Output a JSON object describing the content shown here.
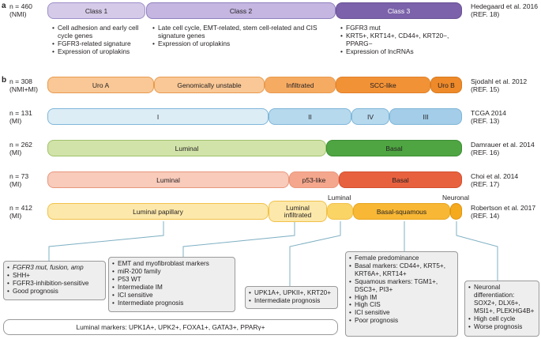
{
  "panel_a": {
    "label": "a",
    "n_line1": "n = 460",
    "n_line2": "(NMI)",
    "classes": [
      "Class 1",
      "Class 2",
      "Class 3"
    ],
    "ref_line1": "Hedegaard et al. 2016",
    "ref_line2": "(REF. 18)",
    "class1_bullets": [
      "Cell adhesion and early cell cycle genes",
      "FGFR3-related signature",
      "Expression of uroplakins"
    ],
    "class2_bullets": [
      "Late cell cycle, EMT-related, stem cell-related and CIS signature genes",
      "Expression of uroplakins"
    ],
    "class3_bullets": [
      "FGFR3 mut",
      "KRT5+, KRT14+, CD44+, KRT20−, PPARG−",
      "Expression of lncRNAs"
    ]
  },
  "panel_b": {
    "label": "b",
    "rows": [
      {
        "n1": "n = 308",
        "n2": "(NMI+MI)",
        "ref1": "Sjodahl et al. 2012",
        "ref2": "(REF. 15)",
        "segments": [
          "Uro A",
          "Genomically unstable",
          "Infiltrated",
          "SCC-like",
          "Uro B"
        ]
      },
      {
        "n1": "n = 131",
        "n2": "(MI)",
        "ref1": "TCGA 2014",
        "ref2": "(REF. 13)",
        "segments": [
          "I",
          "II",
          "IV",
          "III"
        ]
      },
      {
        "n1": "n = 262",
        "n2": "(MI)",
        "ref1": "Damrauer et al. 2014",
        "ref2": "(REF. 16)",
        "segments": [
          "Luminal",
          "Basal"
        ]
      },
      {
        "n1": "n = 73",
        "n2": "(MI)",
        "ref1": "Choi et al. 2014",
        "ref2": "(REF. 17)",
        "segments": [
          "Luminal",
          "p53-like",
          "Basal"
        ]
      },
      {
        "n1": "n = 412",
        "n2": "(MI)",
        "ref1": "Robertson et al. 2017",
        "ref2": "(REF. 14)",
        "segments": [
          "Luminal papillary",
          "Luminal infiltrated",
          "",
          "Basal-squamous",
          ""
        ],
        "top_labels": [
          "Luminal",
          "Neuronal"
        ]
      }
    ],
    "boxes": {
      "luminal_papillary": [
        "FGFR3 mut, fusion, amp",
        "SHH+",
        "FGFR3-inhibition-sensitive",
        "Good prognosis"
      ],
      "luminal_infiltrated": [
        "EMT and myofibroblast markers",
        "miR-200 family",
        "P53 WT",
        "Intermediate IM",
        "ICI sensitive",
        "Intermediate prognosis"
      ],
      "luminal": [
        "UPK1A+, UPKII+, KRT20+",
        "Intermediate prognosis"
      ],
      "basal_squamous": [
        "Female predominance",
        "Basal markers: CD44+, KRT5+, KRT6A+, KRT14+",
        "Squamous markers: TGM1+, DSC3+, PI3+",
        "High IM",
        "High CIS",
        "ICI sensitive",
        "Poor prognosis"
      ],
      "neuronal": [
        "Neuronal differentiation: SOX2+, DLX6+, MSI1+, PLEKHG4B+",
        "High cell cycle",
        "Worse prognosis"
      ]
    },
    "luminal_markers": "Luminal markers: UPK1A+, UPK2+, FOXA1+, GATA3+, PPARγ+"
  },
  "colors": {
    "class": "#c8bde0",
    "class_border": "#8f7fbf",
    "class3": "#7b62aa",
    "uro_a": "#f8c48f",
    "infiltrated": "#f5a65e",
    "scc": "#ef8c2e",
    "uro_b": "#ee8a2a",
    "tcga_light": "#d9ecf5",
    "tcga_mid": "#a9d2ea",
    "tcga_border": "#6aaed3",
    "dam_lum": "#cfe0a6",
    "dam_basal": "#4aa33f",
    "choi_lum": "#f6c8b8",
    "choi_p53": "#f3a287",
    "choi_basal": "#e85f3c",
    "rob_lumpap": "#fbe7a8",
    "rob_basal": "#f7b733",
    "rob_neuronal": "#f5a91d",
    "box_bg": "#eeeeee"
  }
}
